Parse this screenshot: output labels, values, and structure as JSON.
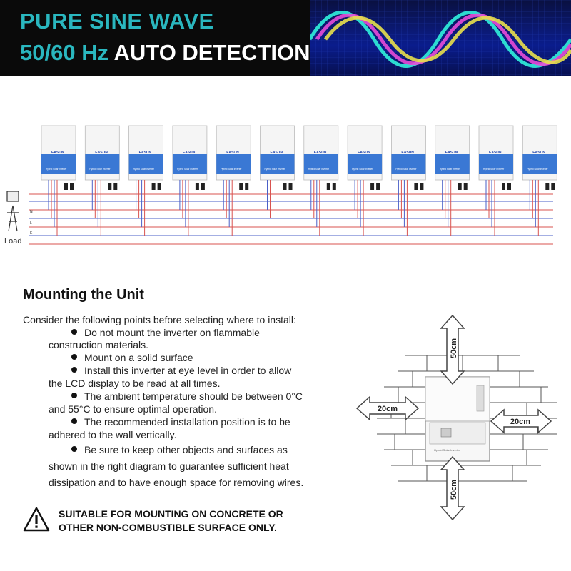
{
  "banner": {
    "title": "PURE SINE WAVE",
    "sub_hz": "50/60 Hz",
    "sub_auto": "AUTO DETECTION",
    "colors": {
      "teal": "#2ab7bf",
      "white": "#ffffff",
      "wave1": "#2ee6d6",
      "wave2": "#e84bd8",
      "wave3": "#e8e04b"
    }
  },
  "wiring": {
    "inverter_count": 12,
    "inverter_brand": "EASUN",
    "inverter_model": "Hybrid Solar Inverter",
    "left_labels": {
      "n": "N",
      "l": "L",
      "e": "E",
      "load": "Load"
    },
    "colors": {
      "red": "#d9534f",
      "blue": "#4a5fc7",
      "panel": "#3a78d4"
    }
  },
  "mounting": {
    "title": "Mounting the Unit",
    "intro": "Consider the following points before selecting where to install:",
    "lines": [
      {
        "bullet": true,
        "text": "Do not mount the inverter on flammable"
      },
      {
        "bullet": false,
        "text": "construction materials."
      },
      {
        "bullet": true,
        "text": "Mount on a solid surface"
      },
      {
        "bullet": true,
        "text": "Install this inverter at eye level in order to allow"
      },
      {
        "bullet": false,
        "text": "the LCD display to be read at all times."
      },
      {
        "bullet": true,
        "text": "The ambient temperature should be between 0°C"
      },
      {
        "bullet": false,
        "text": "and 55°C to ensure optimal operation."
      },
      {
        "bullet": true,
        "text": "The recommended installation position is to be"
      },
      {
        "bullet": false,
        "text": "adhered to the wall vertically."
      },
      {
        "bullet": true,
        "text": "Be sure to keep other objects and surfaces as"
      },
      {
        "bullet": false,
        "text": "shown in the right diagram to guarantee sufficient heat"
      },
      {
        "bullet": false,
        "text": "dissipation and to have enough space for removing wires."
      }
    ],
    "warning_line1": "SUITABLE FOR MOUNTING ON CONCRETE OR",
    "warning_line2": "OTHER NON-COMBUSTIBLE SURFACE ONLY.",
    "warning_icon": "warning-triangle-icon"
  },
  "clearance": {
    "top": "50cm",
    "bottom": "50cm",
    "left": "20cm",
    "right": "20cm",
    "device_label": "Hybrid Solar Inverter"
  }
}
